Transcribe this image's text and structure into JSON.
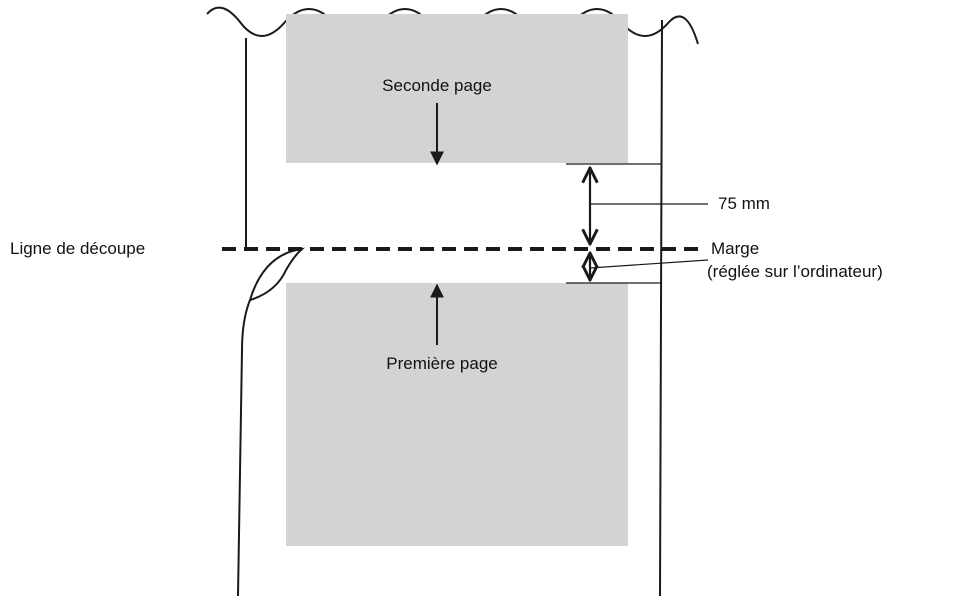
{
  "labels": {
    "second_page": "Seconde page",
    "first_page": "Première page",
    "cut_line": "Ligne de découpe",
    "distance": "75 mm",
    "margin": "Marge",
    "margin_note": "(réglée sur l’ordinateur)"
  },
  "colors": {
    "page_fill": "#d3d3d4",
    "line": "#1a1a1a",
    "background": "#ffffff"
  }
}
